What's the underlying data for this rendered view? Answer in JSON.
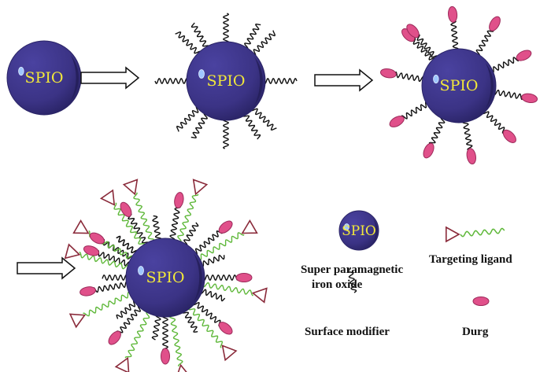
{
  "particle_label": "SPIO",
  "legend": {
    "spio_title_line1": "Super paramagnetic",
    "spio_title_line2": "iron oxide",
    "targeting_ligand": "Targeting ligand",
    "surface_modifier": "Surface modifier",
    "drug": "Durg"
  },
  "colors": {
    "sphere": "#3b3385",
    "sphere_dark": "#2a2466",
    "label": "#f2e83a",
    "modifier": "#111111",
    "ligand_chain": "#5fb83a",
    "ligand_triangle": "#8a2a3a",
    "drug_fill": "#e0508a",
    "drug_stroke": "#9c2a5a"
  },
  "icons": [
    "right-arrow-icon",
    "sphere-icon",
    "wavy-chain-icon",
    "triangle-icon",
    "ellipse-icon"
  ]
}
